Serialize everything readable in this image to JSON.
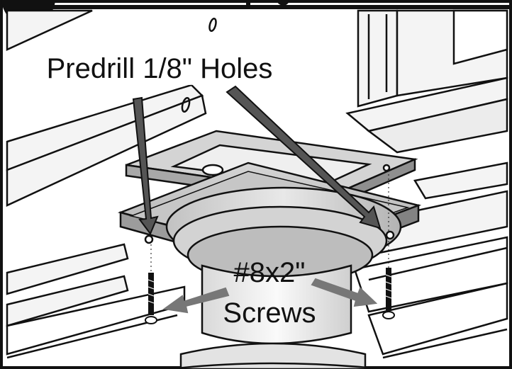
{
  "step": {
    "number": "",
    "title": ""
  },
  "labels": {
    "predrill": "Predrill 1/8\" Holes",
    "screw_size": "#8x2\"",
    "screws": "Screws"
  },
  "colors": {
    "outline": "#111111",
    "arrow_fill": "#555555",
    "plate_fill": "#cfcfcf",
    "plate_shadow": "#9a9a9a",
    "beam_fill": "#f4f4f4",
    "column_fill": "#ededed"
  },
  "icons": [
    "step-badge-icon",
    "screw-icon",
    "arrow-icon"
  ]
}
